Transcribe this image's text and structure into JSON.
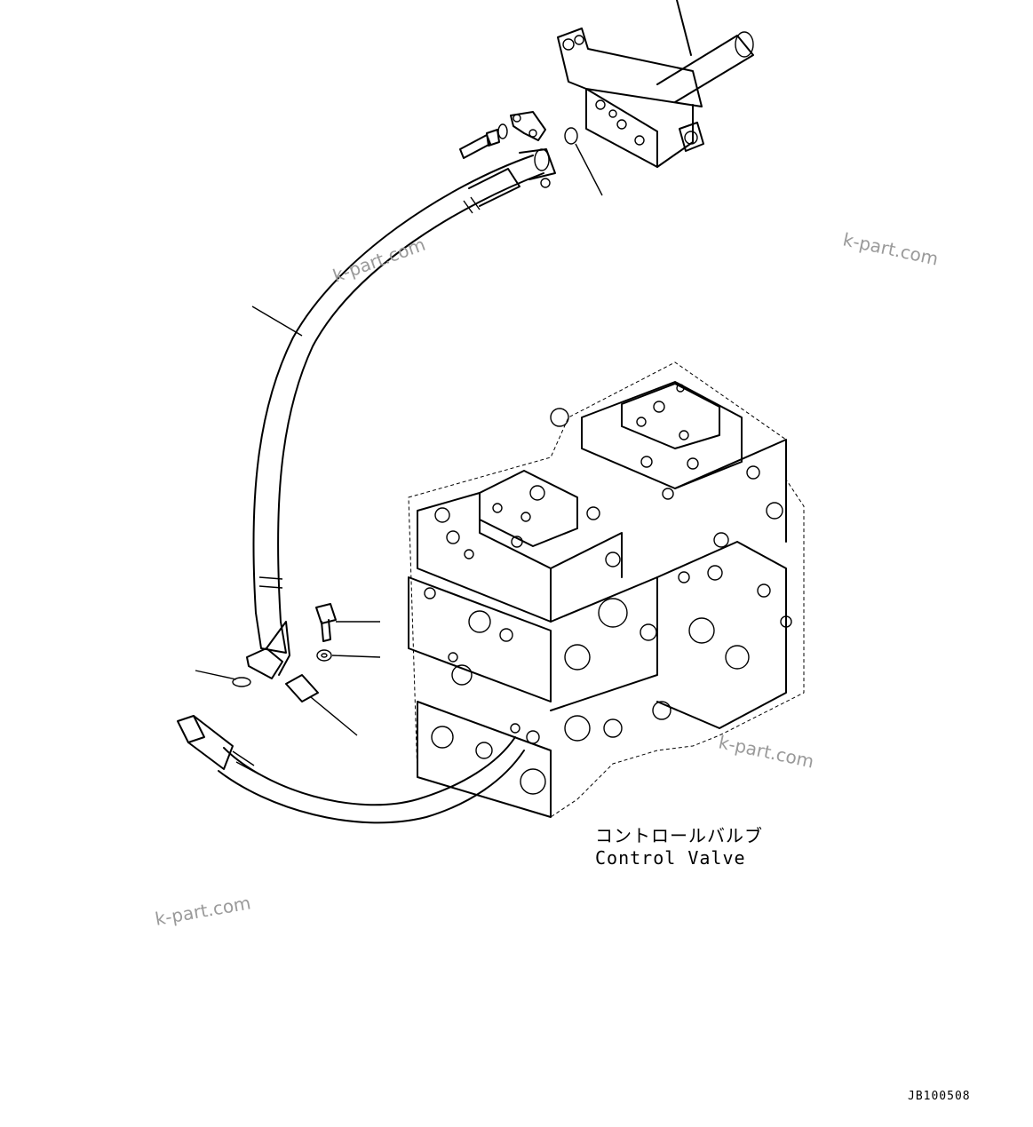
{
  "labels": {
    "component_jp": "コントロールバルブ",
    "component_en": "Control Valve",
    "drawing_code": "JB100508"
  },
  "watermarks": [
    "k-part.com",
    "k-part.com",
    "k-part.com",
    "k-part.com"
  ]
}
